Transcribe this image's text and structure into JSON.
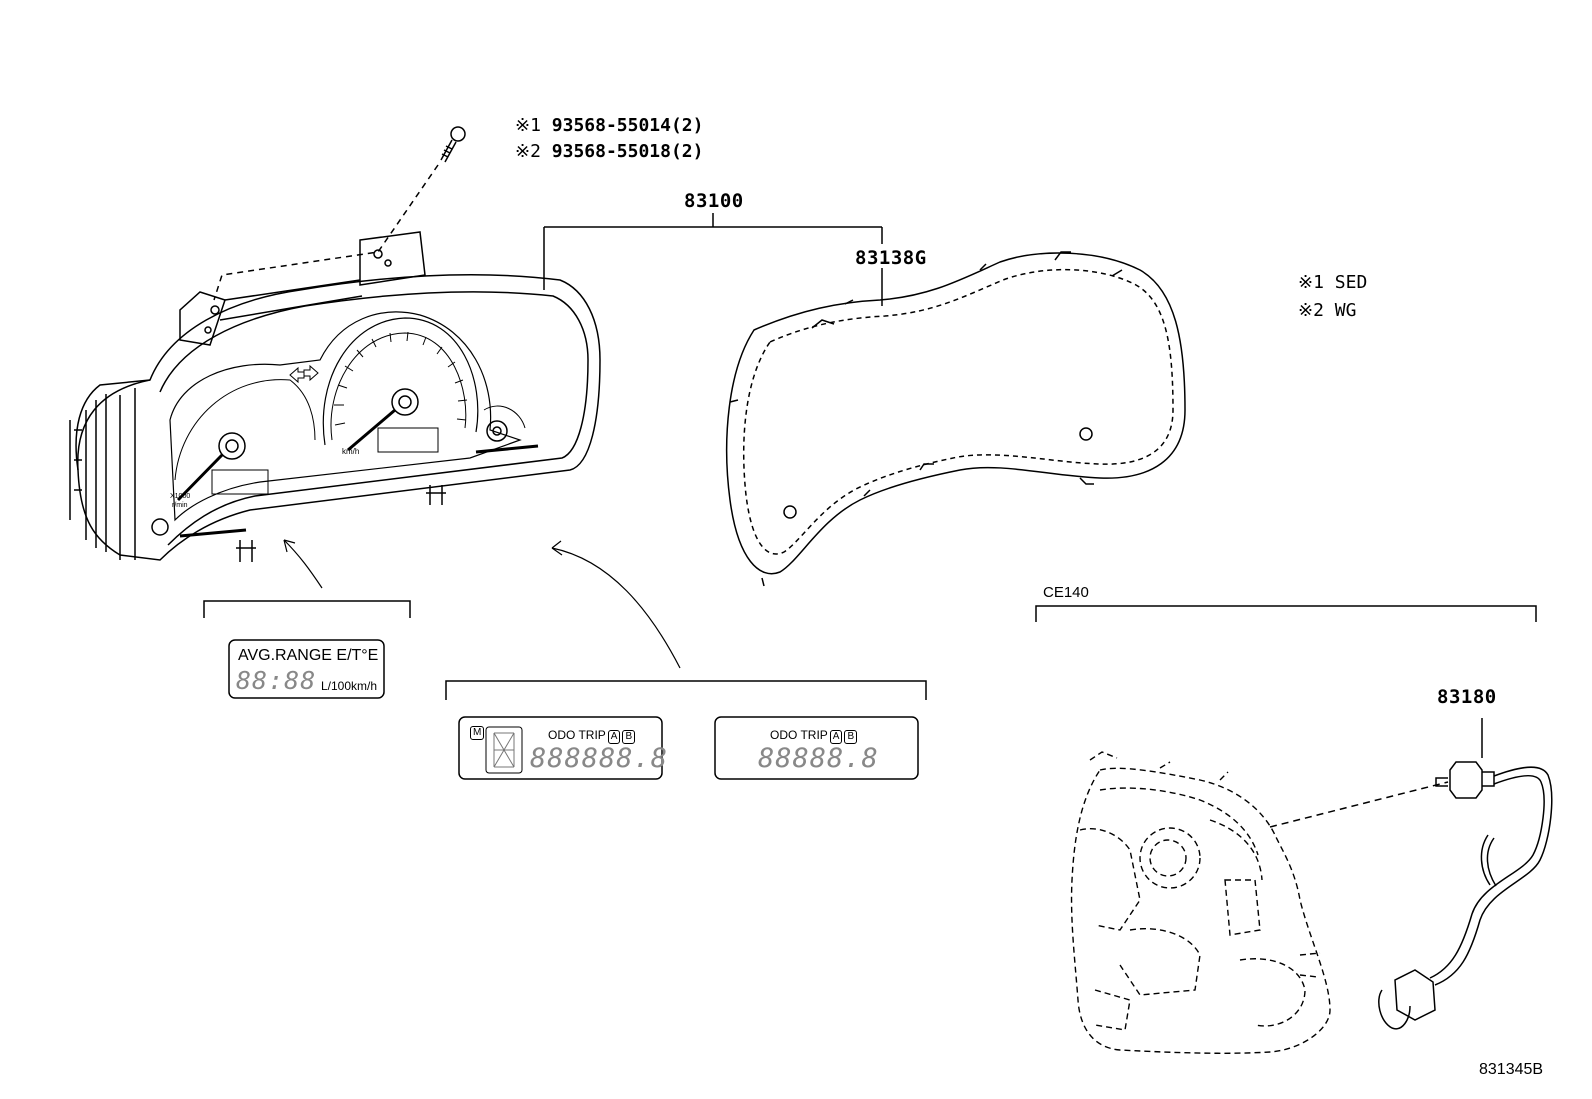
{
  "screw_notes": [
    {
      "mark": "※1",
      "part": "93568-55014(2)"
    },
    {
      "mark": "※2",
      "part": "93568-55018(2)"
    }
  ],
  "parts": {
    "cluster": "83100",
    "glass": "83138G",
    "sensor": "83180"
  },
  "legend": [
    {
      "mark": "※1",
      "text": "SED"
    },
    {
      "mark": "※2",
      "text": "WG"
    }
  ],
  "group_label": "CE140",
  "diagram_id": "831345B",
  "displays": {
    "avg": {
      "header": "AVG.RANGE E/T°E",
      "digits": "88:88",
      "unit": "L/100km/h"
    },
    "odo_m": {
      "m": "M",
      "header": "ODO TRIP",
      "a": "A",
      "b": "B",
      "digits": "888888.8"
    },
    "odo": {
      "header": "ODO TRIP",
      "a": "A",
      "b": "B",
      "digits": "88888.8"
    }
  },
  "gauge_text": {
    "tach_unit1": "X1000",
    "tach_unit2": "r/min",
    "speed_unit": "km/h"
  }
}
